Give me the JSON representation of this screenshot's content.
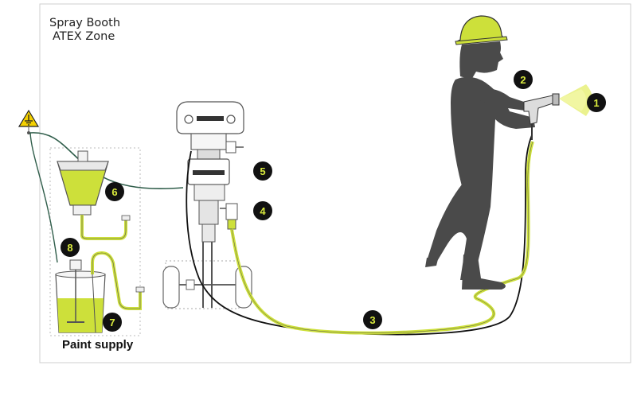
{
  "zone": {
    "line1": "Spray Booth",
    "line2": "ATEX Zone"
  },
  "paint_supply_label": "Paint supply",
  "callouts": [
    {
      "id": "1",
      "label": "1"
    },
    {
      "id": "2",
      "label": "2"
    },
    {
      "id": "3",
      "label": "3"
    },
    {
      "id": "4",
      "label": "4"
    },
    {
      "id": "5",
      "label": "5"
    },
    {
      "id": "6",
      "label": "6"
    },
    {
      "id": "7",
      "label": "7"
    },
    {
      "id": "8",
      "label": "8"
    }
  ],
  "icons": {
    "warning": "ground-warning-icon",
    "hardhat": "hard-hat-icon"
  },
  "colors": {
    "accent": "#d4e157",
    "paint": "#cde03a",
    "callout_bg": "#111111",
    "callout_text": "#d9ea3d",
    "silhouette": "#4a4a4a",
    "ground_hose": "#2f5d4a"
  }
}
